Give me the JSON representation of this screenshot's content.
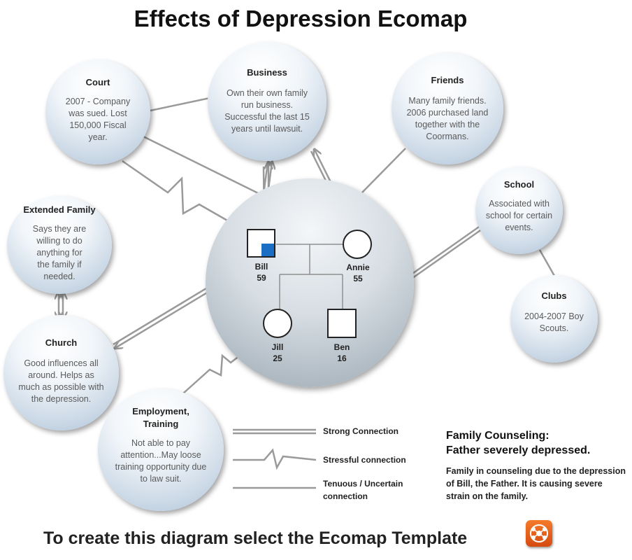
{
  "title": "Effects of Depression Ecomap",
  "nodes": {
    "court": {
      "title": "Court",
      "text": "2007 - Company was sued. Lost 150,000 Fiscal year."
    },
    "business": {
      "title": "Business",
      "text": "Own their own family run business. Successful the last 15 years until lawsuit."
    },
    "friends": {
      "title": "Friends",
      "text": "Many family friends. 2006 purchased land together with the Coormans."
    },
    "school": {
      "title": "School",
      "text": "Associated with school for certain events."
    },
    "clubs": {
      "title": "Clubs",
      "text": "2004-2007 Boy Scouts."
    },
    "extended_family": {
      "title": "Extended Family",
      "text": "Says they are willing to do anything for the family if needed."
    },
    "church": {
      "title": "Church",
      "text": "Good influences all around.  Helps as much as possible with the depression."
    },
    "employment": {
      "title": "Employment, Training",
      "text": "Not able to pay attention...May loose training opportunity due to law suit."
    }
  },
  "family": {
    "bill": {
      "name": "Bill",
      "age": "59",
      "symbol": "square"
    },
    "annie": {
      "name": "Annie",
      "age": "55",
      "symbol": "circle"
    },
    "jill": {
      "name": "Jill",
      "age": "25",
      "symbol": "circle"
    },
    "ben": {
      "name": "Ben",
      "age": "16",
      "symbol": "square"
    }
  },
  "legend": {
    "strong": "Strong Connection",
    "stressful": "Stressful connection",
    "tenuous": "Tenuous / Uncertain connection"
  },
  "note": {
    "heading1": "Family Counseling:",
    "heading2": "Father severely depressed.",
    "body": "Family in counseling due to the depression of Bill, the Father.  It is causing severe strain on the family."
  },
  "footer": "To create this diagram select the Ecomap Template",
  "icons": {
    "template": "ecomap-template-icon"
  },
  "colors": {
    "bubble": "#b9cde0",
    "center": "#b5bfc8",
    "line": "#999999",
    "highlight": "#1a6fc4",
    "icon": "#e8601c"
  }
}
